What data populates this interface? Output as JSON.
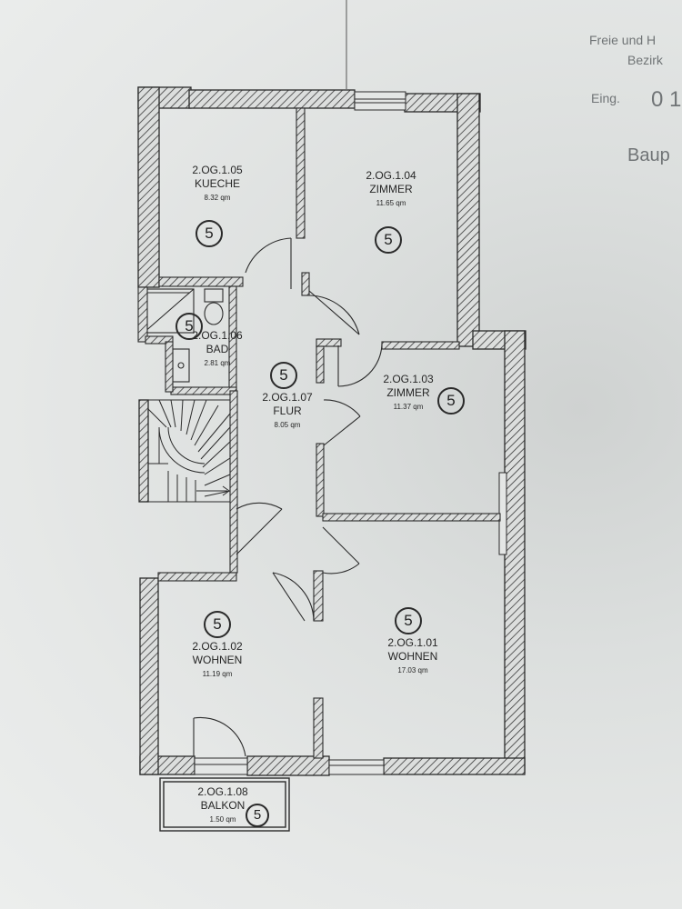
{
  "stamp": {
    "line1": "Freie und H",
    "line2": "Bezirk",
    "eing_label": "Eing.",
    "eing_value": "0 1",
    "baup": "Baup"
  },
  "rooms": [
    {
      "id": "kueche",
      "code": "2.OG.1.05",
      "name": "KUECHE",
      "area": "8.32 qm",
      "badge": "5"
    },
    {
      "id": "zimmer-104",
      "code": "2.OG.1.04",
      "name": "ZIMMER",
      "area": "11.65 qm",
      "badge": "5"
    },
    {
      "id": "bad",
      "code": "2.OG.1.06",
      "name": "BAD",
      "area": "2.81 qm",
      "badge": "5"
    },
    {
      "id": "flur",
      "code": "2.OG.1.07",
      "name": "FLUR",
      "area": "8.05 qm",
      "badge": "5"
    },
    {
      "id": "zimmer-103",
      "code": "2.OG.1.03",
      "name": "ZIMMER",
      "area": "11.37 qm",
      "badge": "5"
    },
    {
      "id": "wohnen-102",
      "code": "2.OG.1.02",
      "name": "WOHNEN",
      "area": "11.19 qm",
      "badge": "5"
    },
    {
      "id": "wohnen-101",
      "code": "2.OG.1.01",
      "name": "WOHNEN",
      "area": "17.03 qm",
      "badge": "5"
    },
    {
      "id": "balkon",
      "code": "2.OG.1.08",
      "name": "BALKON",
      "area": "1.50 qm",
      "badge": "5"
    }
  ]
}
